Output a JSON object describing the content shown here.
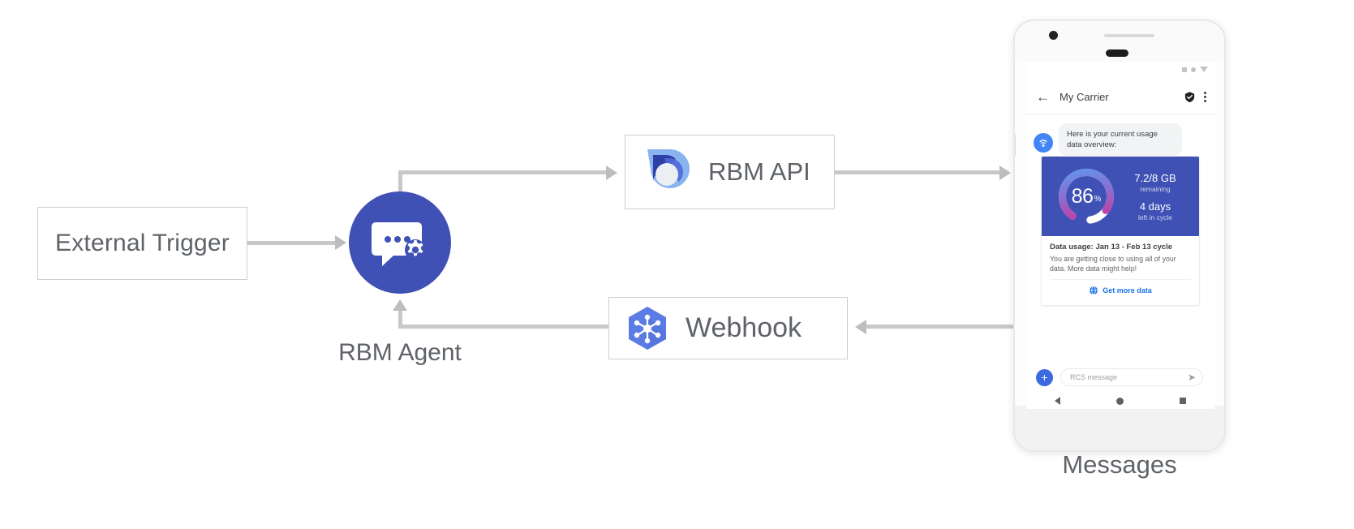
{
  "diagram": {
    "title": "RBM Agent architecture flow",
    "accent_blue": "#3f51b5",
    "line_color": "#c8c8c8",
    "nodes": {
      "external_trigger": {
        "label": "External Trigger"
      },
      "rbm_agent": {
        "label": "RBM Agent",
        "icon": "chat-gear-icon"
      },
      "rbm_api": {
        "label": "RBM API",
        "icon": "rbm-api-icon"
      },
      "webhook": {
        "label": "Webhook",
        "icon": "google-cloud-functions-hexagon-icon"
      },
      "messages": {
        "label": "Messages"
      }
    }
  },
  "phone": {
    "statusbar": {
      "icons": [
        "square-icon",
        "circle-icon",
        "triangle-down-icon"
      ]
    },
    "appbar": {
      "back_icon": "back-arrow-icon",
      "title": "My Carrier",
      "verified_icon": "verified-shield-icon",
      "menu_icon": "overflow-menu-icon"
    },
    "conversation": {
      "agent_avatar_icon": "carrier-antenna-icon",
      "incoming_message": "Here is your current usage data overview:",
      "rich_card": {
        "gauge": {
          "value": "86",
          "unit": "%",
          "percent": 86
        },
        "data_amount": "7.2/8 GB",
        "data_amount_sub": "remaining",
        "days": "4 days",
        "days_sub": "left in cycle",
        "title": "Data usage: Jan 13 - Feb 13 cycle",
        "description": "You are getting close to using all of your data. More data might help!",
        "action_icon": "globe-icon",
        "action_label": "Get more data"
      }
    },
    "composer": {
      "add_button_icon": "plus-icon",
      "placeholder": "RCS message",
      "send_icon": "send-icon"
    },
    "navbar": {
      "items": [
        "back-triangle-icon",
        "home-circle-icon",
        "recents-square-icon"
      ]
    }
  }
}
